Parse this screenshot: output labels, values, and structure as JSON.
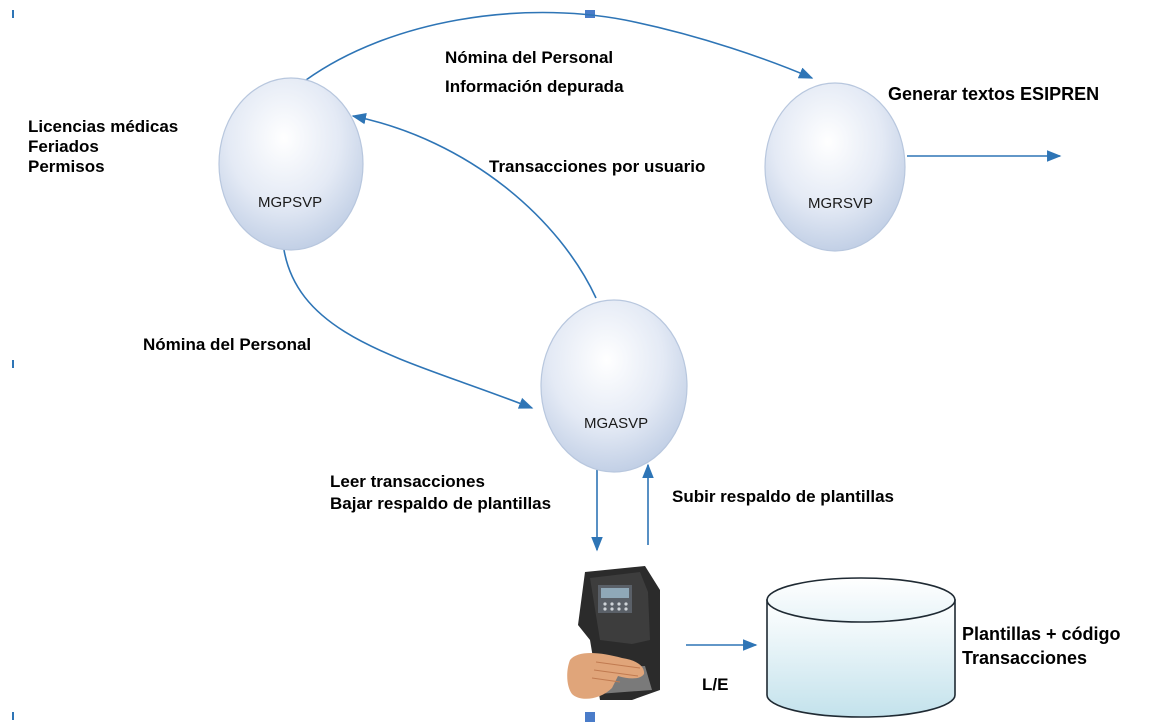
{
  "nodes": {
    "mgpsvp": "MGPSVP",
    "mgrsvp": "MGRSVP",
    "mgasvp": "MGASVP"
  },
  "labels": {
    "top_line1": "Nómina del Personal",
    "top_line2": "Información depurada",
    "left_line1": "Licencias médicas",
    "left_line2": "Feriados",
    "left_line3": "Permisos",
    "generar": "Generar textos ESIPREN",
    "transacciones_usuario": "Transacciones por usuario",
    "nomina_left": "Nómina del Personal",
    "leer_line1": "Leer transacciones",
    "leer_line2": "Bajar respaldo de plantillas",
    "subir": "Subir respaldo de plantillas",
    "le": "L/E",
    "db_line1": "Plantillas + código",
    "db_line2": "Transacciones"
  },
  "icons": {
    "device": "biometric-hand-reader-icon",
    "database": "database-cylinder-icon"
  },
  "colors": {
    "arrow": "#2e75b6",
    "node_top": "#ffffff",
    "node_bottom": "#c5d2e8",
    "db_top": "#ffffff",
    "db_bottom": "#c7e4ee"
  }
}
